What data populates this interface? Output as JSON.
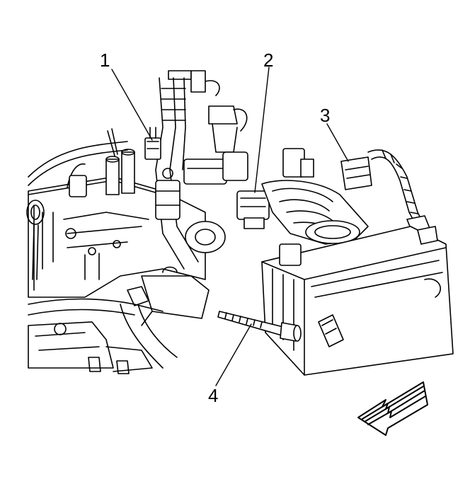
{
  "callouts": {
    "c1": "1",
    "c2": "2",
    "c3": "3",
    "c4": "4"
  },
  "colors": {
    "line": "#000000",
    "fill": "#ffffff",
    "accent": "#000000"
  },
  "icons": {
    "direction": "front-direction-arrow-icon"
  }
}
